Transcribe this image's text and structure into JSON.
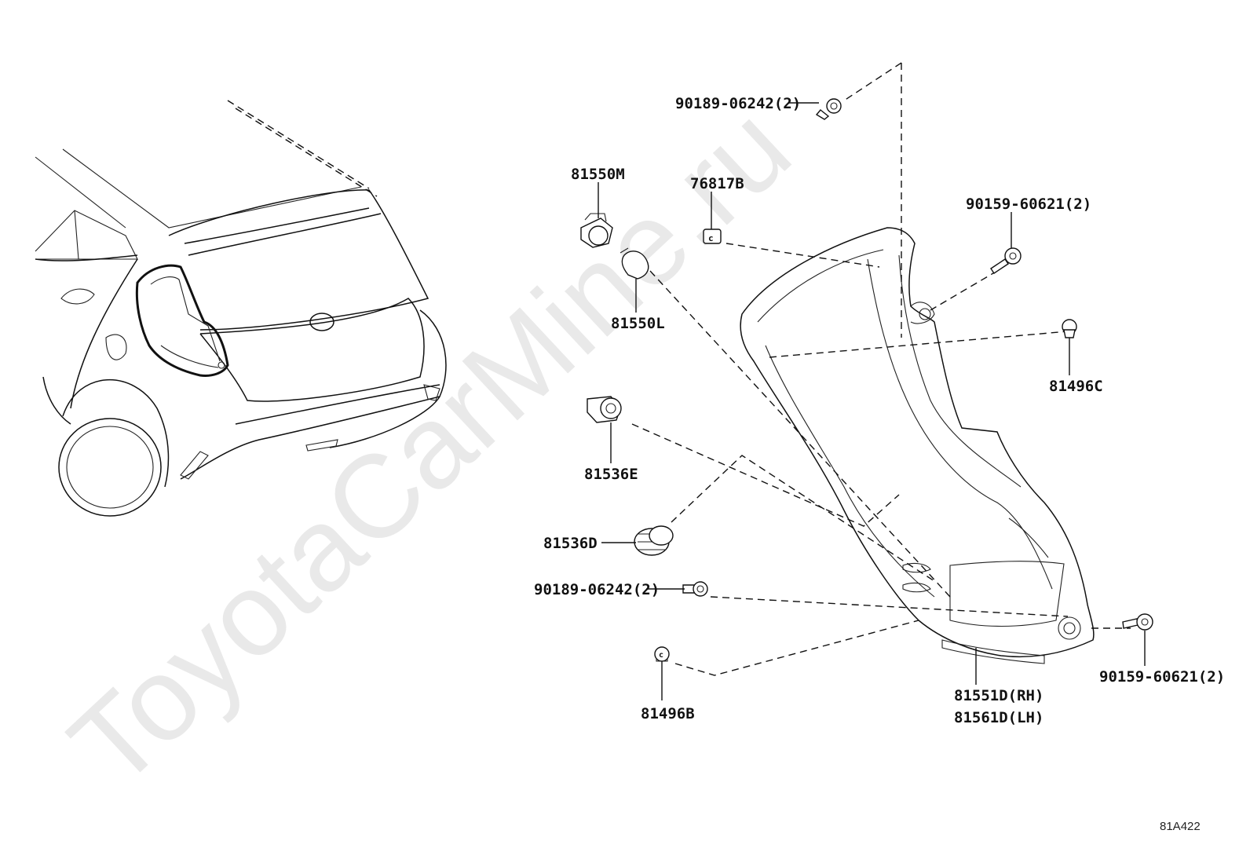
{
  "watermark": "ToyotaCarMine.ru",
  "diagram_code": "81A422",
  "parts": {
    "screw_top": "90189-06242(2)",
    "socket_81550m": "81550M",
    "clip_76817b": "76817B",
    "bolt_top_right": "90159-60621(2)",
    "bulb_81550l": "81550L",
    "grommet_81496c": "81496C",
    "socket_81536e": "81536E",
    "socket_81536d": "81536D",
    "screw_bottom": "90189-06242(2)",
    "bolt_bottom_right": "90159-60621(2)",
    "grommet_81496b": "81496B",
    "lamp_rh": "81551D(RH)",
    "lamp_lh": "81561D(LH)"
  }
}
